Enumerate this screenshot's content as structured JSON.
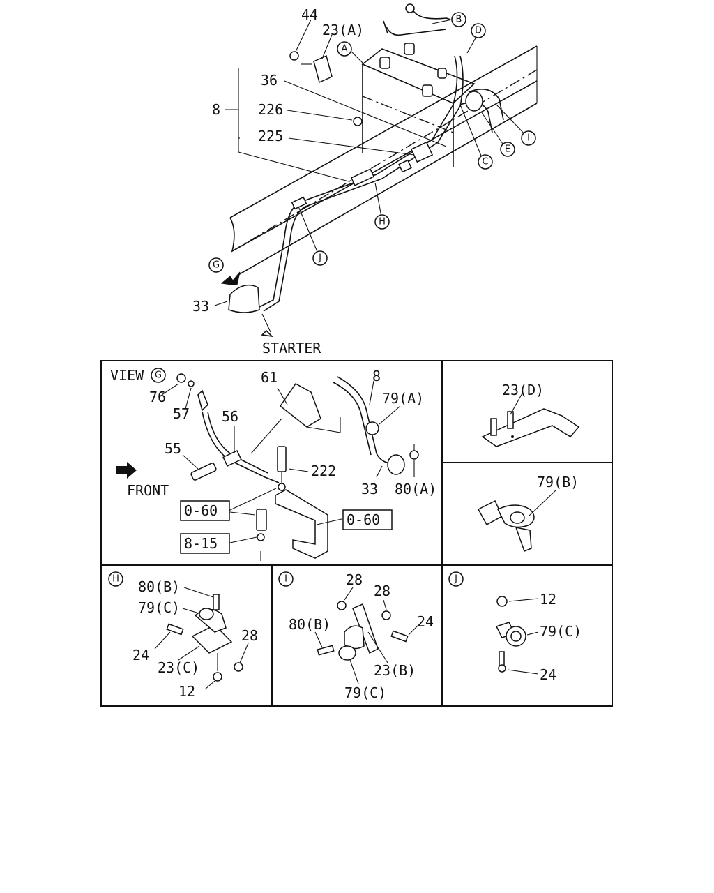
{
  "top_view": {
    "callouts": [
      "A",
      "B",
      "C",
      "D",
      "E",
      "I",
      "H",
      "J",
      "G"
    ],
    "labels": {
      "p44": "44",
      "p23a": "23(A)",
      "p36": "36",
      "p8": "8",
      "p226": "226",
      "p225": "225",
      "p33": "33",
      "starter": "STARTER"
    }
  },
  "view_g": {
    "title": "VIEW",
    "callout": "G",
    "front": "FRONT",
    "labels": {
      "p76": "76",
      "p57": "57",
      "p56": "56",
      "p55": "55",
      "p61": "61",
      "p8": "8",
      "p79a": "79(A)",
      "p222": "222",
      "p33": "33",
      "p80a": "80(A)"
    },
    "torque": [
      "0-60",
      "8-15",
      "0-60"
    ]
  },
  "detail_d": {
    "label": "23(D)"
  },
  "detail_79b": {
    "label": "79(B)"
  },
  "detail_h": {
    "callout": "H",
    "labels": {
      "p80b": "80(B)",
      "p79c": "79(C)",
      "p24": "24",
      "p28": "28",
      "p23c": "23(C)",
      "p12": "12"
    }
  },
  "detail_i": {
    "callout": "I",
    "labels": {
      "p28a": "28",
      "p28b": "28",
      "p80b": "80(B)",
      "p24": "24",
      "p23b": "23(B)",
      "p79c": "79(C)"
    }
  },
  "detail_j": {
    "callout": "J",
    "labels": {
      "p12": "12",
      "p79c": "79(C)",
      "p24": "24"
    }
  }
}
